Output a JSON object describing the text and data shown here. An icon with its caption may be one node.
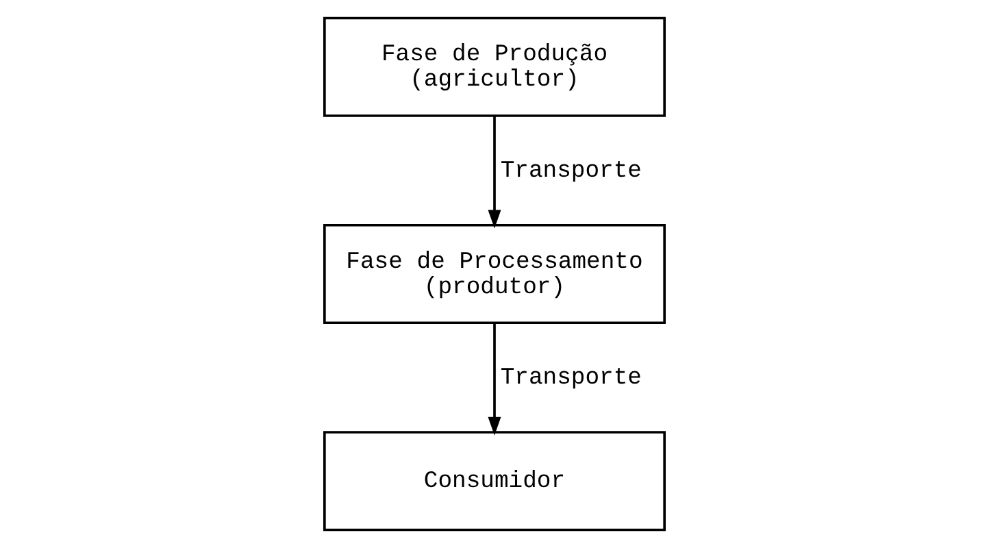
{
  "diagram": {
    "nodes": [
      {
        "text": [
          "Fase de Produção",
          "(agricultor)"
        ]
      },
      {
        "text": [
          "Fase de Processamento",
          "(produtor)"
        ]
      },
      {
        "text": [
          "Consumidor"
        ]
      }
    ],
    "edges": [
      {
        "from": 0,
        "to": 1,
        "arrow": "to",
        "label": "Transporte"
      },
      {
        "from": 1,
        "to": 2,
        "arrow": "to",
        "label": "Transporte"
      }
    ]
  }
}
